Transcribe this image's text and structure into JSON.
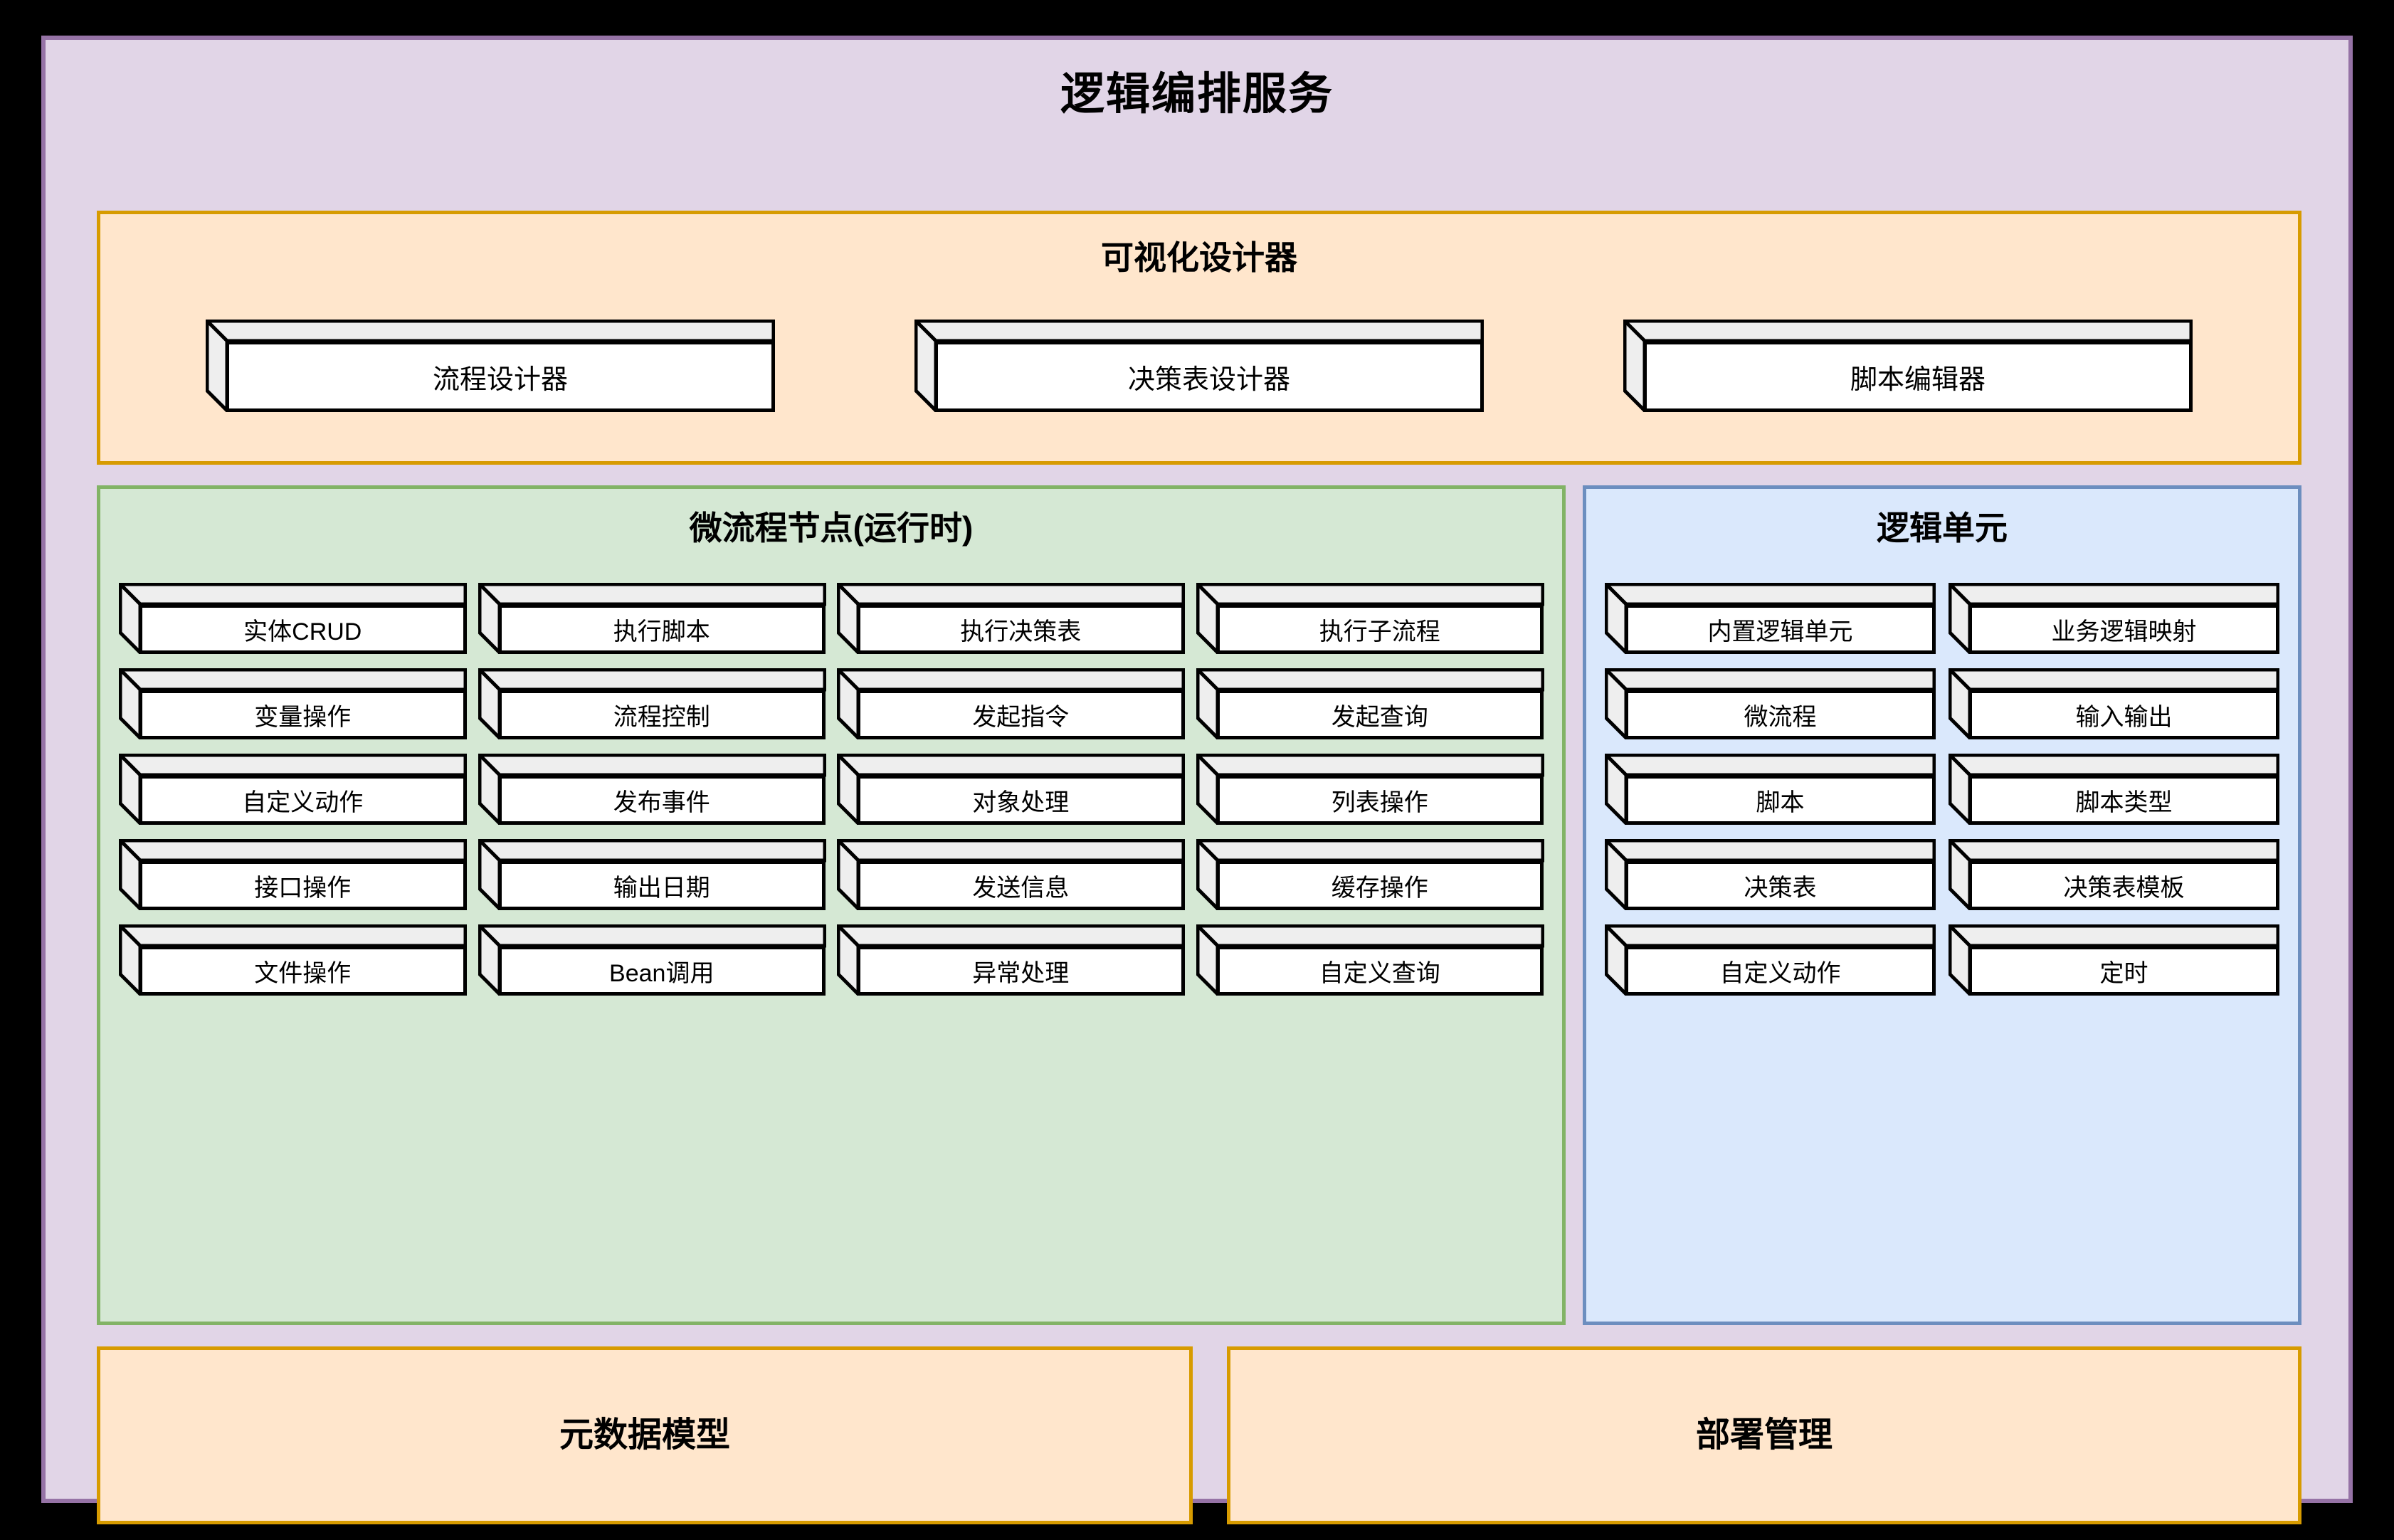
{
  "title": "逻辑编排服务",
  "colors": {
    "frame_border": "#9673a6",
    "frame_fill": "#e1d5e7",
    "orange_border": "#d79b00",
    "orange_fill": "#ffe6cc",
    "green_border": "#82b366",
    "green_fill": "#d5e8d4",
    "blue_border": "#6c8ebf",
    "blue_fill": "#dae8fc",
    "cube_face": "#ffffff",
    "cube_shade": "#eeeeee",
    "cube_outline": "#000000",
    "background": "#000000"
  },
  "designer": {
    "title": "可视化设计器",
    "items": [
      {
        "label": "流程设计器"
      },
      {
        "label": "决策表设计器"
      },
      {
        "label": "脚本编辑器"
      }
    ]
  },
  "nodes": {
    "title": "微流程节点(运行时)",
    "items": [
      {
        "label": "实体CRUD"
      },
      {
        "label": "执行脚本"
      },
      {
        "label": "执行决策表"
      },
      {
        "label": "执行子流程"
      },
      {
        "label": "变量操作"
      },
      {
        "label": "流程控制"
      },
      {
        "label": "发起指令"
      },
      {
        "label": "发起查询"
      },
      {
        "label": "自定义动作"
      },
      {
        "label": "发布事件"
      },
      {
        "label": "对象处理"
      },
      {
        "label": "列表操作"
      },
      {
        "label": "接口操作"
      },
      {
        "label": "输出日期"
      },
      {
        "label": "发送信息"
      },
      {
        "label": "缓存操作"
      },
      {
        "label": "文件操作"
      },
      {
        "label": "Bean调用"
      },
      {
        "label": "异常处理"
      },
      {
        "label": "自定义查询"
      }
    ]
  },
  "units": {
    "title": "逻辑单元",
    "items": [
      {
        "label": "内置逻辑单元"
      },
      {
        "label": "业务逻辑映射"
      },
      {
        "label": "微流程"
      },
      {
        "label": "输入输出"
      },
      {
        "label": "脚本"
      },
      {
        "label": "脚本类型"
      },
      {
        "label": "决策表"
      },
      {
        "label": "决策表模板"
      },
      {
        "label": "自定义动作"
      },
      {
        "label": "定时"
      }
    ]
  },
  "bottom": {
    "metadata": {
      "title": "元数据模型"
    },
    "deployment": {
      "title": "部署管理"
    }
  }
}
